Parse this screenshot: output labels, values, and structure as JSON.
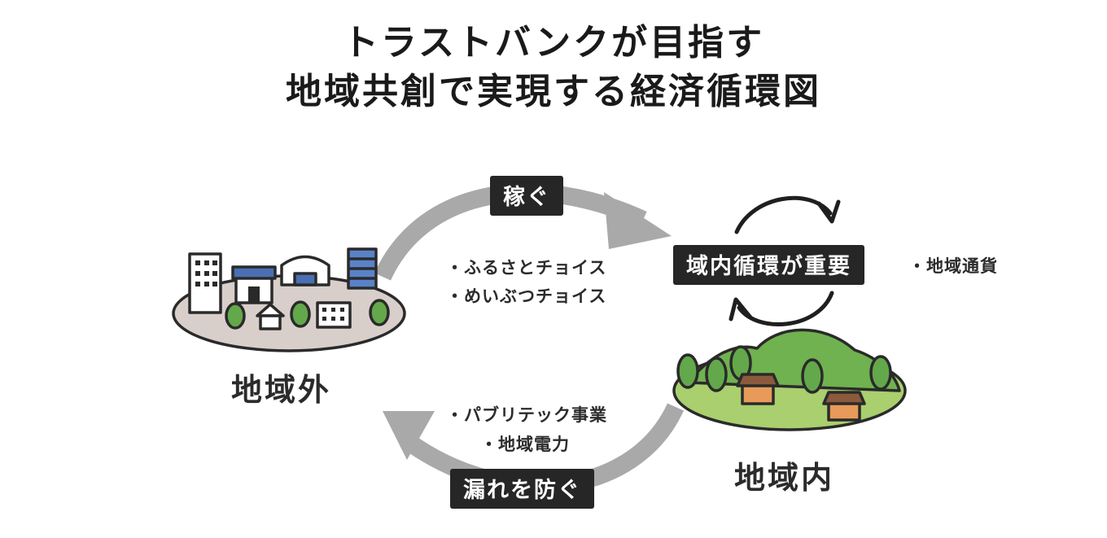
{
  "title": {
    "line1": "トラストバンクが目指す",
    "line2": "地域共創で実現する経済循環図"
  },
  "flows": {
    "earn": {
      "label": "稼ぐ",
      "items": [
        "・ふるさとチョイス",
        "・めいぶつチョイス"
      ]
    },
    "prevent_leak": {
      "label": "漏れを防ぐ",
      "items": [
        "・パブリテック事業",
        "・地域電力"
      ]
    },
    "internal": {
      "label": "域内循環が重要",
      "items": [
        "・地域通貨"
      ]
    }
  },
  "places": {
    "outside": "地域外",
    "inside": "地域内"
  },
  "colors": {
    "arrow_gray": "#a9a9a9",
    "tag_bg": "#262626",
    "outside_ground": "#d8cfcb",
    "inside_ground": "#a9cf6e",
    "hill_green": "#6fb24f",
    "tree_green": "#63a84a",
    "roof_brown": "#8b5a3c",
    "house_orange": "#e79a5a"
  }
}
